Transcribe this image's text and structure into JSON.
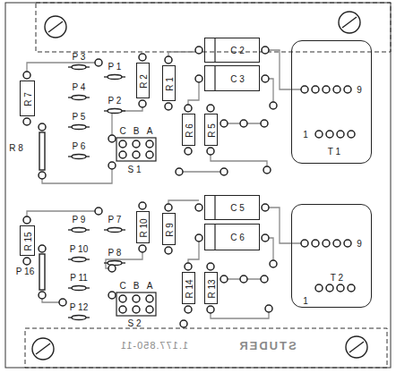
{
  "diagram": {
    "nodes": [
      {
        "text": [
          "R 7"
        ]
      },
      {
        "text": [
          "R 2"
        ]
      },
      {
        "text": [
          "R 1"
        ]
      },
      {
        "text": [
          "C 2"
        ]
      },
      {
        "text": [
          "C 3"
        ]
      },
      {
        "text": [
          "9",
          "T 1",
          "1"
        ]
      },
      {
        "text": [
          "R 6"
        ]
      },
      {
        "text": [
          "R 5"
        ]
      },
      {
        "text": [
          "R 15"
        ]
      },
      {
        "text": [
          "R 10"
        ]
      },
      {
        "text": [
          "R 9"
        ]
      },
      {
        "text": [
          "C 5"
        ]
      },
      {
        "text": [
          "C 6"
        ]
      },
      {
        "text": [
          "9",
          "T 2",
          "1"
        ]
      },
      {
        "text": [
          "R 14"
        ]
      },
      {
        "text": [
          "R 13"
        ]
      }
    ],
    "labels": [
      "P 3",
      "P 1",
      "P 4",
      "P 2",
      "P 5",
      "R 8",
      "P 6",
      "C",
      "B",
      "A",
      "S 1",
      "P 9",
      "P 7",
      "P 10",
      "P 8",
      "P 16",
      "P 11",
      "P 12",
      "C",
      "B",
      "A",
      "S 2",
      "1.177.850-11",
      "STUDER"
    ]
  }
}
